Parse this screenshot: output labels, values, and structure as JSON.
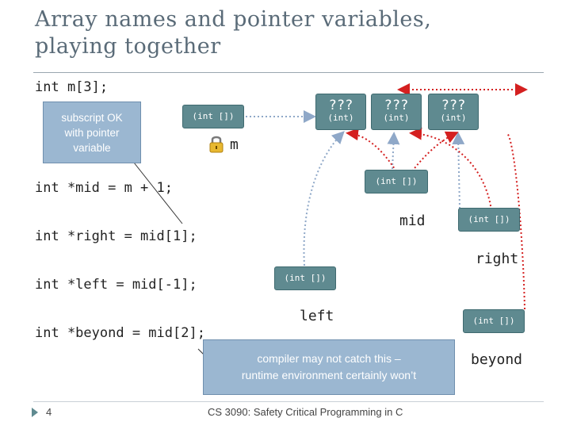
{
  "title": {
    "line1": "Array names and pointer variables,",
    "line2": "playing together"
  },
  "code": {
    "line1": "int m[3];",
    "line2": "int *mid = m + 1;",
    "line3": "int *right = mid[1];",
    "line4": "int *left = mid[-1];",
    "line5": "int *beyond = mid[2];"
  },
  "callouts": {
    "subscript": {
      "line1": "subscript OK",
      "line2": "with pointer",
      "line3": "variable"
    },
    "compiler": {
      "line1": "compiler may not catch this –",
      "line2": "runtime environment certainly won’t"
    }
  },
  "array_cells": [
    {
      "value": "???",
      "type": "(int)"
    },
    {
      "value": "???",
      "type": "(int)"
    },
    {
      "value": "???",
      "type": "(int)"
    }
  ],
  "pointers": {
    "m": {
      "type": "(int [])",
      "label": "m"
    },
    "mid": {
      "type": "(int [])",
      "label": "mid"
    },
    "right": {
      "type": "(int [])",
      "label": "right"
    },
    "left": {
      "type": "(int [])",
      "label": "left"
    },
    "beyond": {
      "type": "(int [])",
      "label": "beyond"
    }
  },
  "icons": {
    "lock": "lock-icon",
    "footer_marker": "triangle-marker-icon"
  },
  "colors": {
    "box_fill": "#5f8a90",
    "callout_fill": "#9bb7d1",
    "arrow_red": "#d42020",
    "arrow_blue": "#8fa8c8",
    "title": "#5a6b78"
  },
  "footer": {
    "page_number": "4",
    "course": "CS 3090: Safety Critical Programming in C"
  }
}
